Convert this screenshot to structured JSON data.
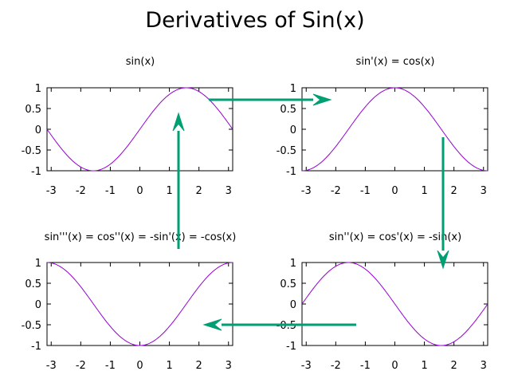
{
  "title": "Derivatives of Sin(x)",
  "colors": {
    "curve": "#9400d3",
    "arrow": "#009e73",
    "axis": "#000000"
  },
  "chart_data": [
    {
      "type": "line",
      "id": "p0",
      "title": "sin(x)",
      "function": "sin",
      "xlim": [
        -3.14159,
        3.14159
      ],
      "ylim": [
        -1,
        1
      ],
      "xticks": [
        -3,
        -2,
        -1,
        0,
        1,
        2,
        3
      ],
      "yticks": [
        -1,
        -0.5,
        0,
        0.5,
        1
      ],
      "xtick_labels": [
        "-3",
        "-2",
        "-1",
        "0",
        "1",
        "2",
        "3"
      ],
      "ytick_labels": [
        "-1",
        "-0.5",
        "0",
        "0.5",
        "1"
      ]
    },
    {
      "type": "line",
      "id": "p1",
      "title": "sin'(x) = cos(x)",
      "function": "cos",
      "xlim": [
        -3.14159,
        3.14159
      ],
      "ylim": [
        -1,
        1
      ],
      "xticks": [
        -3,
        -2,
        -1,
        0,
        1,
        2,
        3
      ],
      "yticks": [
        -1,
        -0.5,
        0,
        0.5,
        1
      ],
      "xtick_labels": [
        "-3",
        "-2",
        "-1",
        "0",
        "1",
        "2",
        "3"
      ],
      "ytick_labels": [
        "-1",
        "-0.5",
        "0",
        "0.5",
        "1"
      ]
    },
    {
      "type": "line",
      "id": "p2",
      "title": "sin'''(x) = cos''(x) = -sin'(x) = -cos(x)",
      "function": "-cos",
      "xlim": [
        -3.14159,
        3.14159
      ],
      "ylim": [
        -1,
        1
      ],
      "xticks": [
        -3,
        -2,
        -1,
        0,
        1,
        2,
        3
      ],
      "yticks": [
        -1,
        -0.5,
        0,
        0.5,
        1
      ],
      "xtick_labels": [
        "-3",
        "-2",
        "-1",
        "0",
        "1",
        "2",
        "3"
      ],
      "ytick_labels": [
        "-1",
        "-0.5",
        "0",
        "0.5",
        "1"
      ]
    },
    {
      "type": "line",
      "id": "p3",
      "title": "sin''(x) = cos'(x) = -sin(x)",
      "function": "-sin",
      "xlim": [
        -3.14159,
        3.14159
      ],
      "ylim": [
        -1,
        1
      ],
      "xticks": [
        -3,
        -2,
        -1,
        0,
        1,
        2,
        3
      ],
      "yticks": [
        -1,
        -0.5,
        0,
        0.5,
        1
      ],
      "xtick_labels": [
        "-3",
        "-2",
        "-1",
        "0",
        "1",
        "2",
        "3"
      ],
      "ytick_labels": [
        "-1",
        "-0.5",
        "0",
        "0.5",
        "1"
      ]
    }
  ]
}
